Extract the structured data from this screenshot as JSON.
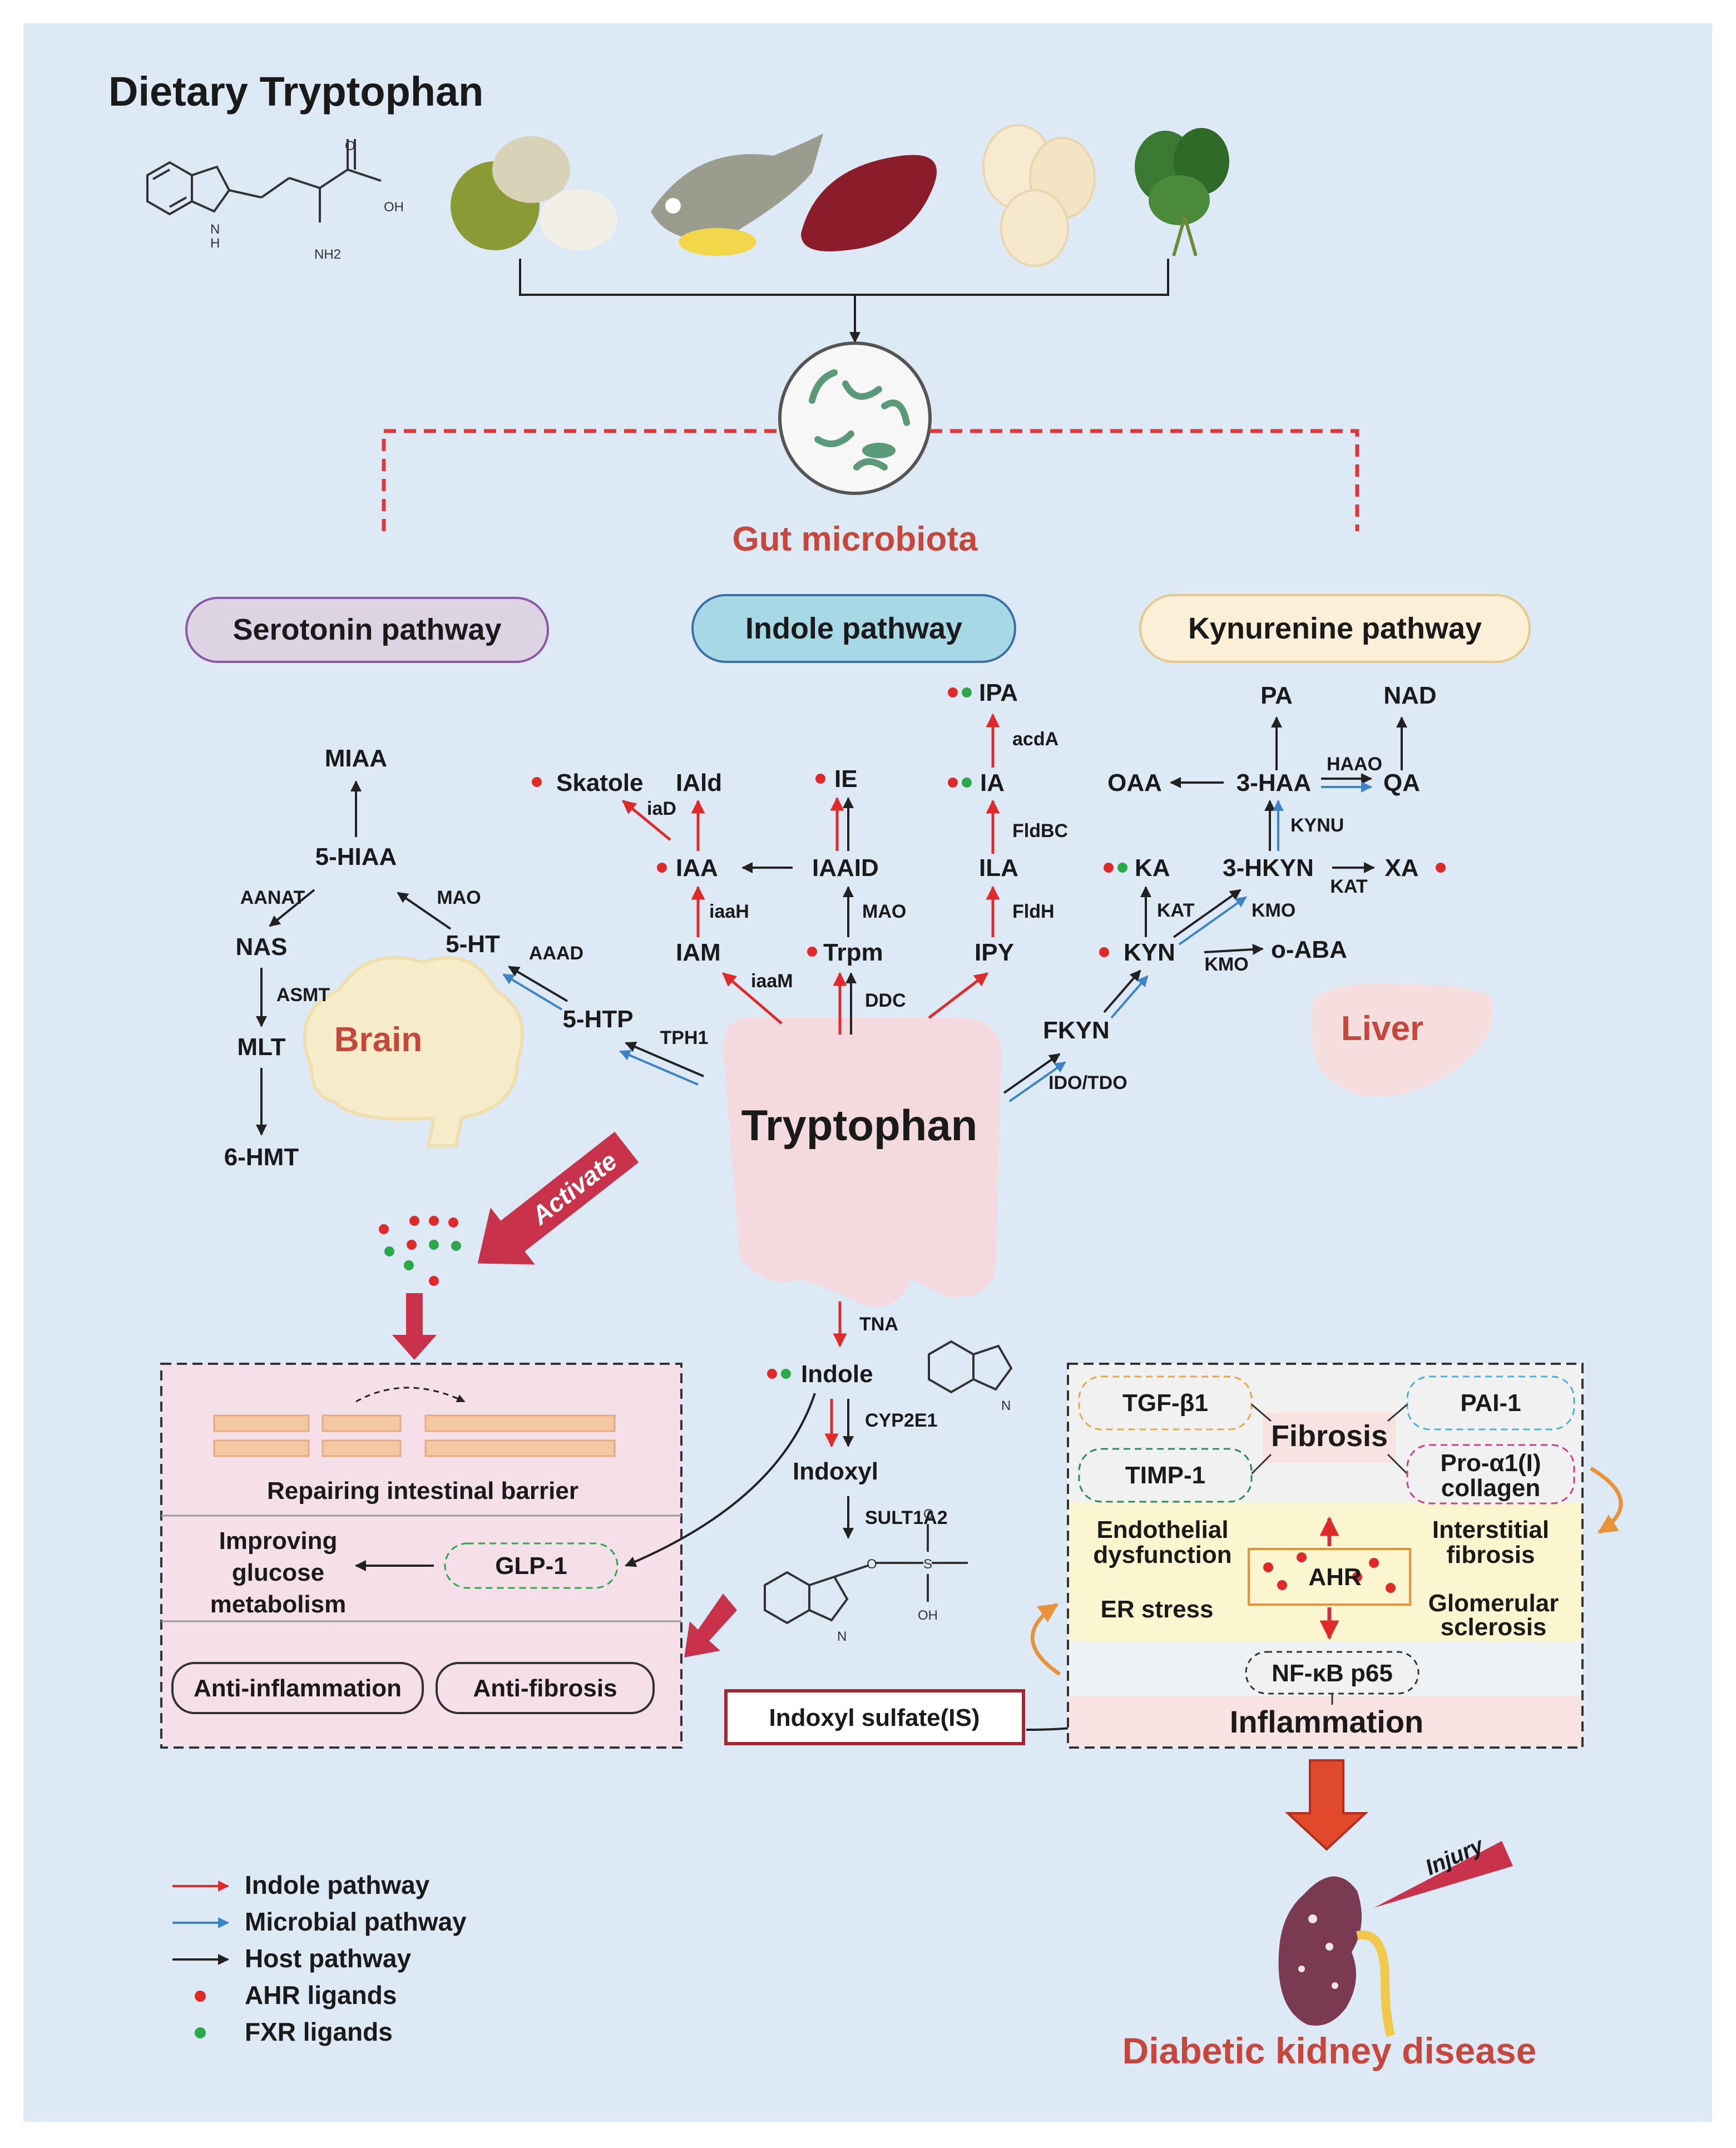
{
  "title": "Dietary Tryptophan",
  "gut_microbiota": "Gut microbiota",
  "chem_labels": {
    "oh": "OH",
    "nh2": "NH2",
    "nh": "N",
    "h": "H",
    "o": "O",
    "s": "S"
  },
  "pathways": {
    "serotonin": "Serotonin  pathway",
    "indole": "Indole pathway",
    "kynurenine": "Kynurenine  pathway"
  },
  "organs": {
    "brain": "Brain",
    "liver": "Liver"
  },
  "center": "Tryptophan",
  "serotonin_nodes": {
    "miaa": "MIAA",
    "hiaa": "5-HIAA",
    "nas": "NAS",
    "ht": "5-HT",
    "mlt": "MLT",
    "htp": "5-HTP",
    "hmt": "6-HMT"
  },
  "serotonin_enzymes": {
    "aanat": "AANAT",
    "mao": "MAO",
    "asmt": "ASMT",
    "aaad": "AAAD",
    "tph1": "TPH1"
  },
  "indole_nodes": {
    "skatole": "Skatole",
    "iald": "IAld",
    "ie": "IE",
    "ia": "IA",
    "ipa": "IPA",
    "iaa": "IAA",
    "iaaid": "IAAID",
    "ila": "ILA",
    "iam": "IAM",
    "trpm": "Trpm",
    "ipy": "IPY"
  },
  "indole_enzymes": {
    "iad": "iaD",
    "iaah": "iaaH",
    "mao": "MAO",
    "fldbc": "FldBC",
    "fldh": "FldH",
    "acda": "acdA",
    "iaam": "iaaM",
    "ddc": "DDC"
  },
  "kyn_nodes": {
    "pa": "PA",
    "nad": "NAD",
    "oaa": "OAA",
    "haa": "3-HAA",
    "qa": "QA",
    "ka": "KA",
    "hkyn": "3-HKYN",
    "xa": "XA",
    "kyn": "KYN",
    "oaba": "o-ABA",
    "fkyn": "FKYN"
  },
  "kyn_enzymes": {
    "haao": "HAAO",
    "kynu": "KYNU",
    "kat1": "KAT",
    "kat2": "KAT",
    "kmo1": "KMO",
    "kmo2": "KMO",
    "idotdo": "IDO/TDO"
  },
  "activate": "Activate",
  "lower_chain": {
    "tna": "TNA",
    "indole": "Indole",
    "cyp2e1": "CYP2E1",
    "indoxyl": "Indoxyl",
    "sult1a2": "SULT1A2",
    "is": "Indoxyl sulfate(IS)"
  },
  "benefits": {
    "barrier": "Repairing intestinal barrier",
    "glucose": [
      "Improving",
      "glucose",
      "metabolism"
    ],
    "glp1": "GLP-1",
    "anti_inflammation": "Anti-inflammation",
    "anti_fibrosis": "Anti-fibrosis"
  },
  "kidney": {
    "tgf": "TGF-β1",
    "pai": "PAI-1",
    "fibrosis": "Fibrosis",
    "timp": "TIMP-1",
    "procollagen": [
      "Pro-α1(I)",
      "collagen"
    ],
    "endothelial": [
      "Endothelial",
      "dysfunction"
    ],
    "interstitial": [
      "Interstitial",
      "fibrosis"
    ],
    "ahr": "AHR",
    "er_stress": "ER stress",
    "glomerular": [
      "Glomerular",
      "sclerosis"
    ],
    "nfkb": "NF-κB p65",
    "inflammation": "Inflammation"
  },
  "injury": "Injury",
  "disease": "Diabetic kidney disease",
  "legend": [
    {
      "label": "Indole pathway",
      "kind": "arrow",
      "color": "#e02a2a"
    },
    {
      "label": "Microbial pathway",
      "kind": "arrow",
      "color": "#3d84c6"
    },
    {
      "label": "Host pathway",
      "kind": "arrow",
      "color": "#222222"
    },
    {
      "label": "AHR ligands",
      "kind": "dot",
      "color": "#e02a2a"
    },
    {
      "label": "FXR ligands",
      "kind": "dot",
      "color": "#2aa84a"
    }
  ],
  "colors": {
    "background": "#dde9f5",
    "ahr_red": "#e02a2a",
    "fxr_green": "#2aa84a",
    "microbial_blue": "#3d84c6",
    "accent_crimson": "#c8473d"
  }
}
